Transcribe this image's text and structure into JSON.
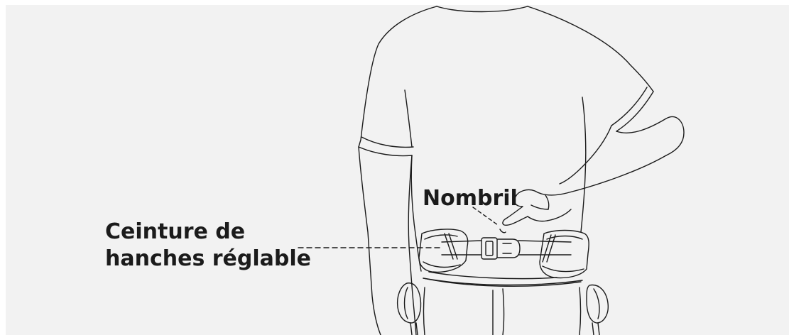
{
  "labels": {
    "navel": "Nombril",
    "belt_line1": "Ceinture de",
    "belt_line2": "hanches réglable"
  },
  "colors": {
    "background": "#f2f2f2",
    "line": "#1b1b1b",
    "text": "#1b1b1b"
  }
}
